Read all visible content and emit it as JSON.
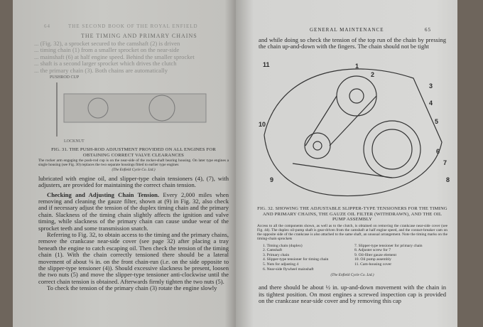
{
  "left_page": {
    "running_head": "THE SECOND BOOK OF THE ROYAL ENFIELD",
    "page_number": "64",
    "section_title": "THE TIMING AND PRIMARY CHAINS",
    "intro_lines": [
      "... (Fig. 32), a sprocket secured to the camshaft (2) is driven",
      "... timing chain (1) from a smaller sprocket on the near-side",
      "... mainshaft (6) at half engine speed. Behind the smaller sprocket",
      "... shaft is a second larger sprocket which drives the clutch",
      "... the primary chain (3). Both chains are automatically"
    ],
    "figure": {
      "labels": {
        "top": "PUSHROD CUP",
        "bottom": "LOCKNUT"
      },
      "caption": "FIG. 31. THE PUSH-ROD ADJUSTMENT PROVIDED ON ALL ENGINES FOR OBTAINING CORRECT VALVE CLEARANCES",
      "note": "The rocker arm engaging the push-rod cup is on the near-side of the rocker-shaft bearing housing. On later type engines a single housing (see Fig. 30) replaces the two separate housings fitted to earlier type engines",
      "credit": "(The Enfield Cycle Co. Ltd.)"
    },
    "para1": "lubricated with engine oil, and slipper-type chain tensioners (4), (7), with adjusters, are provided for maintaining the correct chain tension.",
    "para2_heading": "Checking and Adjusting Chain Tension.",
    "para2": "Every 2,000 miles when removing and cleaning the gauze filter, shown at (9) in Fig. 32, also check and if necessary adjust the tension of the duplex timing chain and the primary chain. Slackness of the timing chain slightly affects the ignition and valve timing, while slackness of the primary chain can cause undue wear of the sprocket teeth and some transmission snatch.",
    "para3": "Referring to Fig. 32, to obtain access to the timing and the primary chains, remove the crankcase near-side cover (see page 32) after placing a tray beneath the engine to catch escaping oil. Then check the tension of the timing chain (1). With the chain correctly tensioned there should be a lateral movement of about ⅛ in. on the front chain-run (i.e. on the side opposite to the slipper-type tensioner (4)). Should excessive slackness be present, loosen the two nuts (5) and move the slipper-type tensioner anti-clockwise until the correct chain tension is obtained. Afterwards firmly tighten the two nuts (5).",
    "para4": "To check the tension of the primary chain (3) rotate the engine slowly"
  },
  "right_page": {
    "running_head": "GENERAL MAINTENANCE",
    "page_number": "65",
    "para1": "and while doing so check the tension of the top run of the chain by pressing the chain up-and-down with the fingers. The chain should not be tight",
    "figure": {
      "callouts": [
        "11",
        "1",
        "2",
        "3",
        "4",
        "5",
        "10",
        "6",
        "7",
        "8",
        "9"
      ],
      "caption": "FIG. 32. SHOWING THE ADJUSTABLE SLIPPER-TYPE TENSIONERS FOR THE TIMING AND PRIMARY CHAINS, THE GAUZE OIL FILTER (WITHDRAWN), AND THE OIL PUMP ASSEMBLY",
      "note": "Access to all the components shown, as well as to the clutch, is obtained on removing the crankcase near-side cover (see Fig. 44). The duplex oil-pump shaft is gear-driven from the camshaft at half engine speed, and the contact-breaker cam on the opposite side of the crankcase is also attached to the same shaft, an unusual arrangement. Note the timing marks on the timing-chain sprockets",
      "legend": [
        "1. Timing chain (duplex)",
        "7. Slipper-type tensioner for primary chain",
        "2. Camshaft",
        "8. Adjuster screw for 7",
        "3. Primary chain",
        "9. Oil-filter gauze element",
        "4. Slipper-type tensioner for timing chain",
        "10. Oil pump assembly",
        "5. Nuts for adjusting 4",
        "11. Cam-housing cover",
        "6. Near-side flywheel mainshaft",
        ""
      ],
      "credit": "(The Enfield Cycle Co. Ltd.)"
    },
    "para2": "and there should be about ½ in. up-and-down movement with the chain in its tightest position. On most engines a screwed inspection cap is provided on the crankcase near-side cover and by removing this cap"
  }
}
